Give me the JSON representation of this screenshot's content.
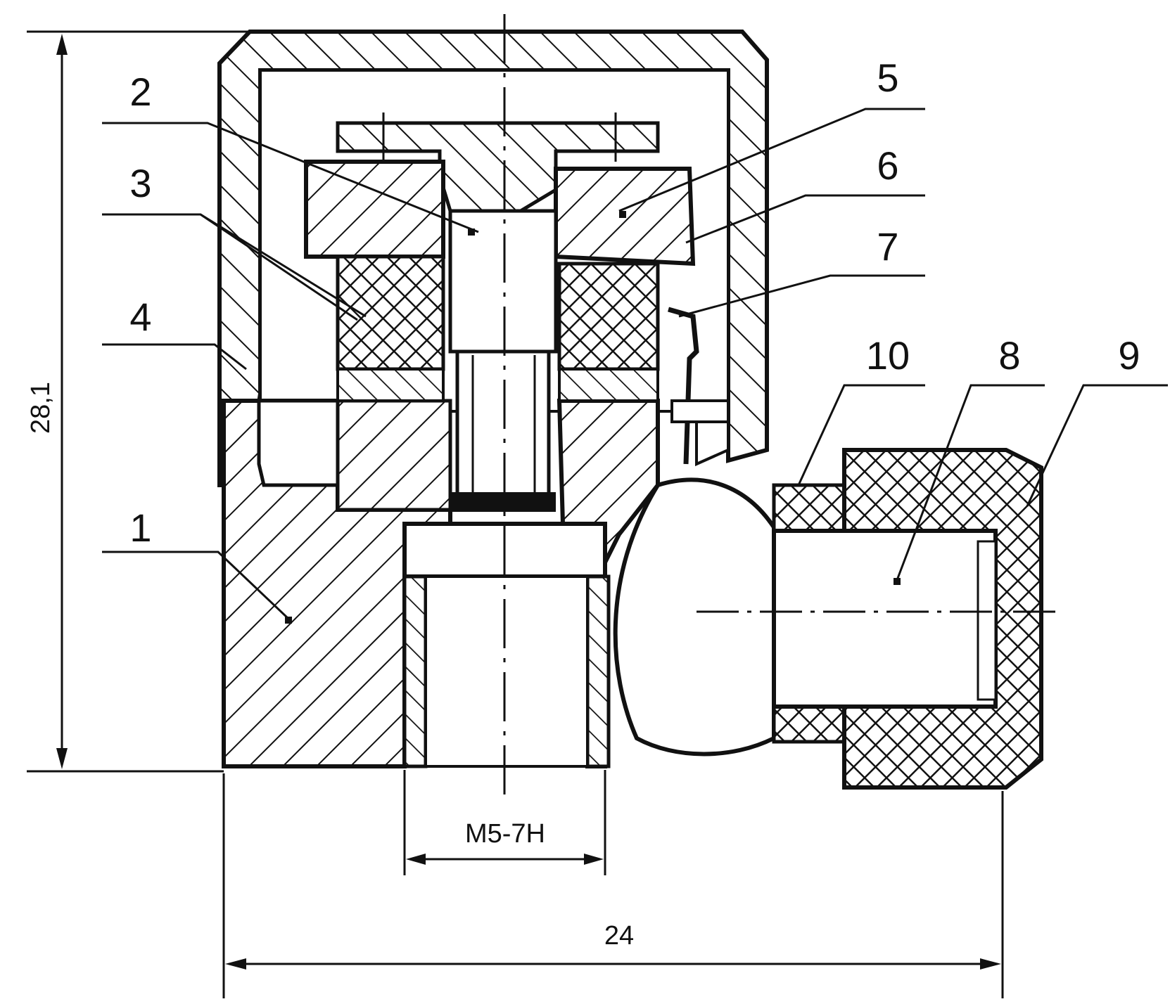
{
  "callouts": [
    "1",
    "2",
    "3",
    "4",
    "5",
    "6",
    "7",
    "8",
    "9",
    "10"
  ],
  "dimensions": {
    "height": "28,1",
    "width": "24",
    "thread": "M5-7H"
  }
}
